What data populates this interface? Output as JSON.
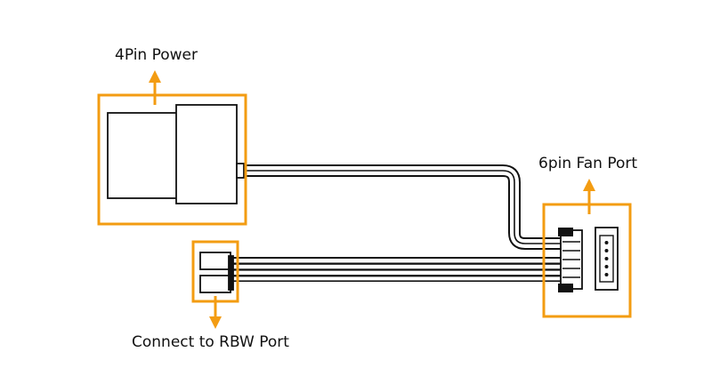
{
  "colors": {
    "accent": "#F39C12",
    "outline": "#111111",
    "wire": "#111111",
    "background": "#FFFFFF"
  },
  "labels": {
    "power": "4Pin Power",
    "fan_port": "6pin Fan Port",
    "rbw_port": "Connect to RBW Port"
  },
  "icons": {
    "power_arrow": "arrow-up-icon",
    "fan_arrow": "arrow-up-icon",
    "rbw_arrow": "arrow-down-icon"
  }
}
